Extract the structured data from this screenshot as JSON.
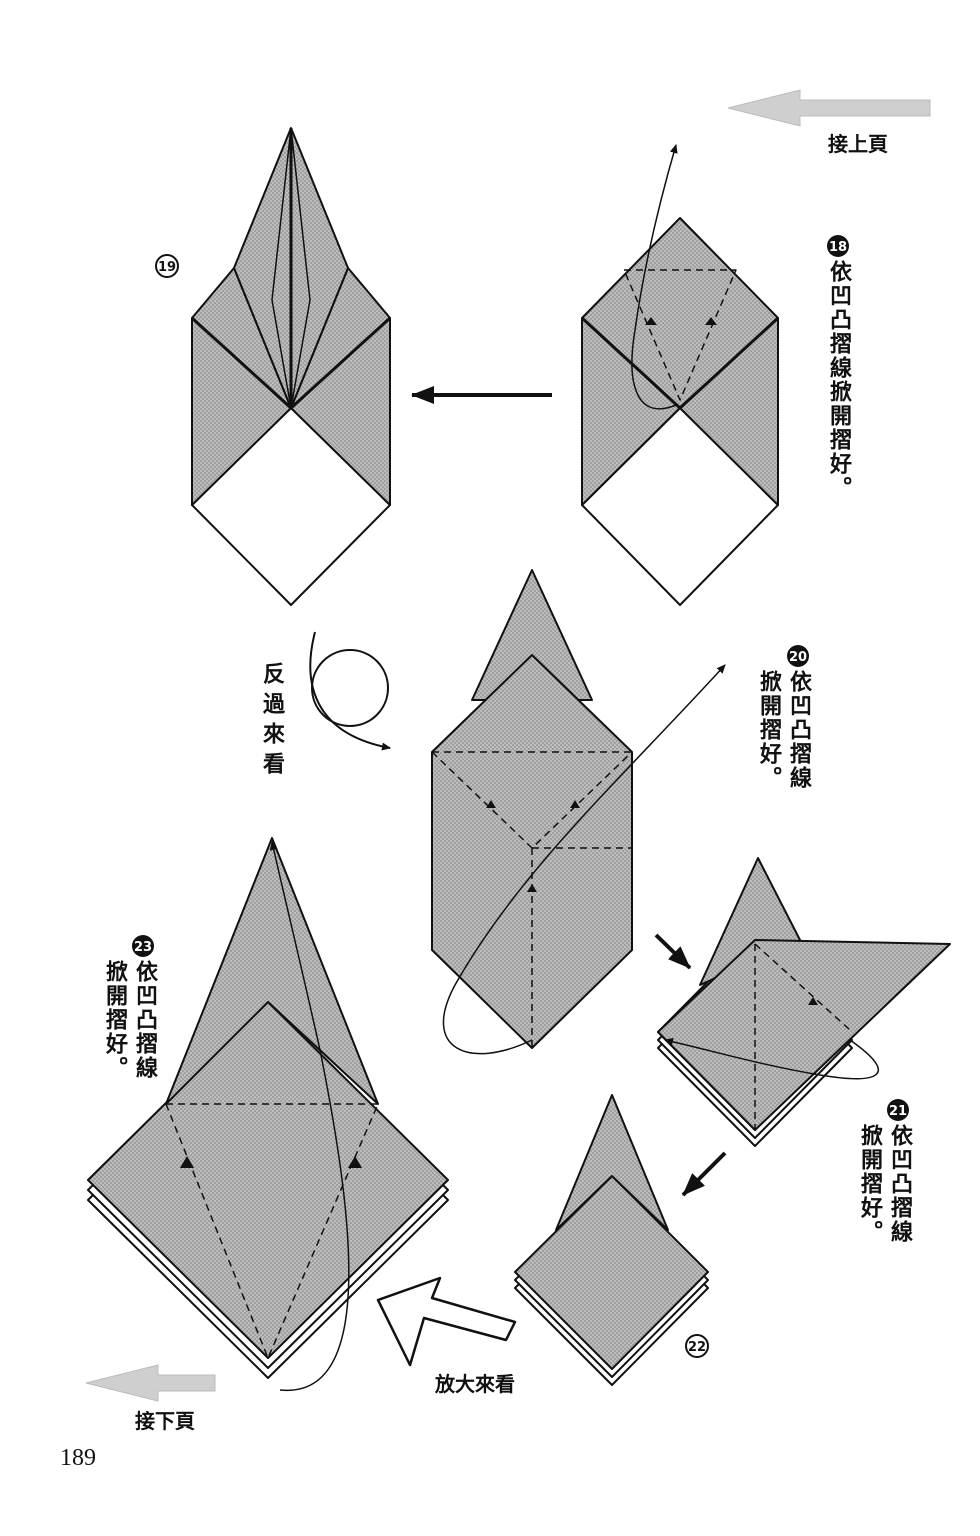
{
  "nav": {
    "continued_from": "接上頁",
    "continued_next": "接下頁"
  },
  "steps": {
    "s18": {
      "number": "18",
      "text": "依凹凸摺線掀開摺好。"
    },
    "s19": {
      "number": "19"
    },
    "s20": {
      "number": "20",
      "text_col1": "依凹凸摺線",
      "text_col2": "掀開摺好。"
    },
    "s21": {
      "number": "21",
      "text_col1": "依凹凸摺線",
      "text_col2": "掀開摺好。"
    },
    "s22": {
      "number": "22"
    },
    "s23": {
      "number": "23",
      "text_col1": "依凹凸摺線",
      "text_col2": "掀開摺好。"
    }
  },
  "labels": {
    "turn_over": "反過來看",
    "zoom": "放大來看"
  },
  "page_number": "189",
  "colors": {
    "paper_gray": "#b4b4b4",
    "line": "#111111"
  }
}
